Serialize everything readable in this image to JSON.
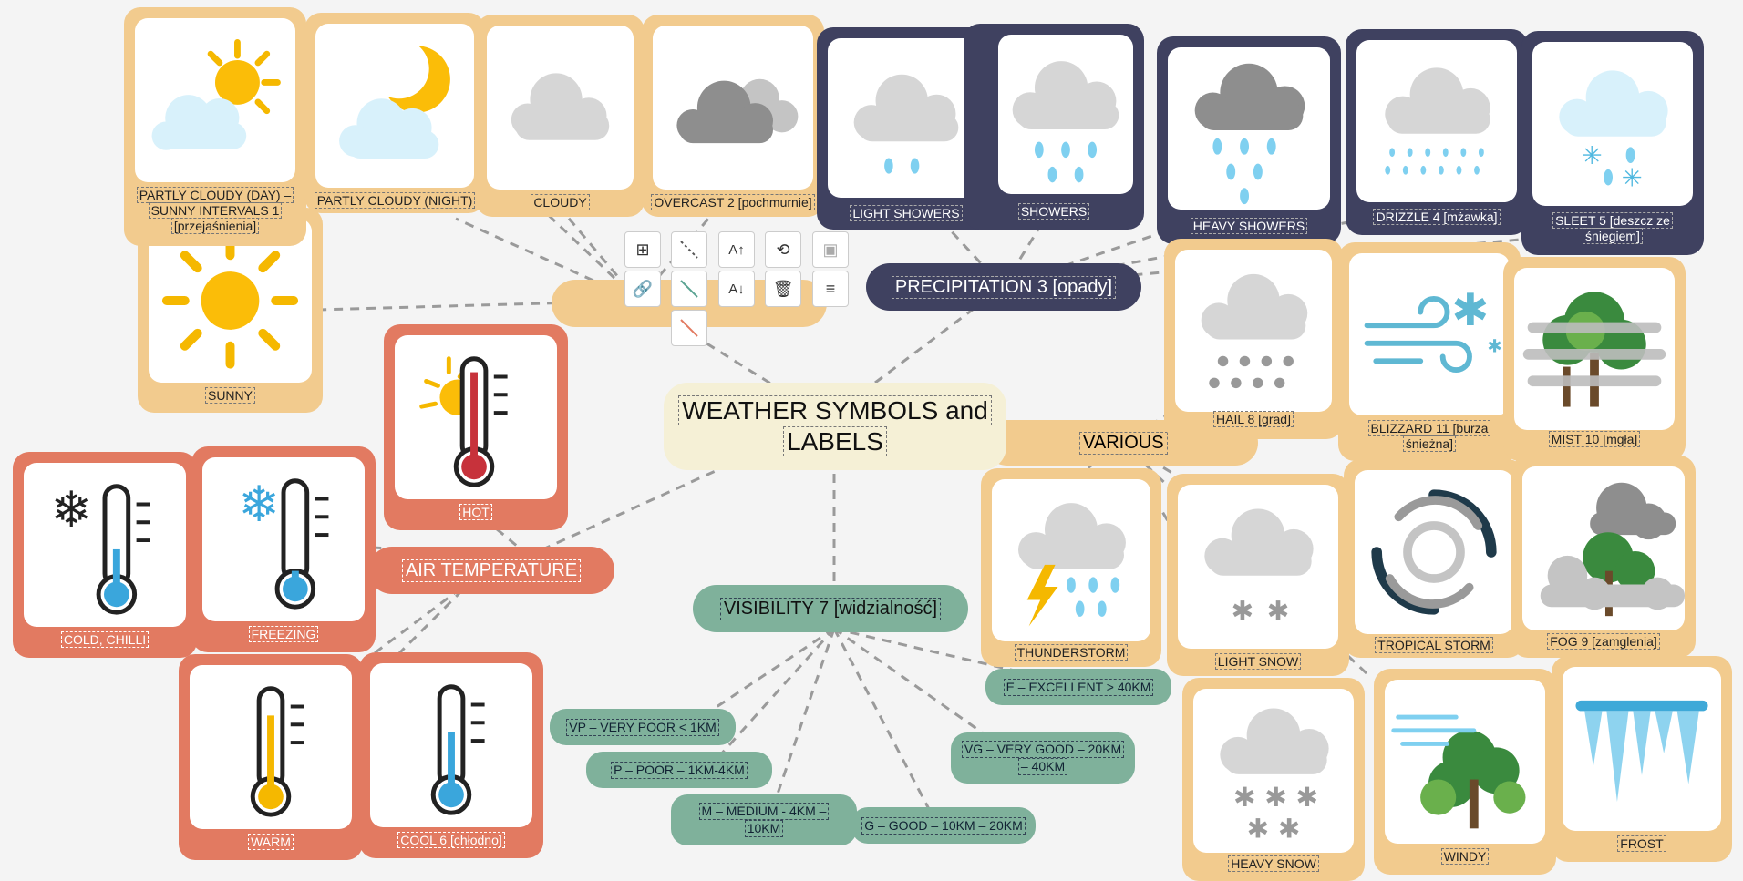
{
  "central_topic": {
    "line1": "WEATHER SYMBOLS and",
    "line2": "LABELS"
  },
  "branches": {
    "precipitation": "PRECIPITATION 3 [opady]",
    "various": "VARIOUS",
    "air_temperature": "AIR TEMPERATURE",
    "visibility": "VISIBILITY 7 [widzialność]"
  },
  "cards": {
    "partly_cloudy_day": {
      "l1": "PARTLY CLOUDY (DAY) –",
      "l2": "SUNNY INTERVALS 1",
      "l3": "[przejaśnienia]"
    },
    "partly_cloudy_night": "PARTLY CLOUDY (NIGHT)",
    "cloudy": "CLOUDY",
    "overcast": "OVERCAST 2 [pochmurnie]",
    "sunny": "SUNNY",
    "light_showers": "LIGHT SHOWERS",
    "showers": "SHOWERS",
    "heavy_showers": "HEAVY SHOWERS",
    "drizzle": "DRIZZLE 4 [mżawka]",
    "sleet": {
      "l1": "SLEET 5 [deszcz ze",
      "l2": "śniegiem]"
    },
    "hail": "HAIL 8 [grad]",
    "blizzard": {
      "l1": "BLIZZARD 11 [burza",
      "l2": "śnieżna]"
    },
    "mist": "MIST 10 [mgła]",
    "thunderstorm": "THUNDERSTORM",
    "light_snow": "LIGHT SNOW",
    "tropical_storm": "TROPICAL STORM",
    "fog": "FOG 9 [zamglenia]",
    "heavy_snow": "HEAVY SNOW",
    "windy": "WINDY",
    "frost": "FROST",
    "hot": "HOT",
    "cold": "COLD, CHILLI",
    "freezing": "FREEZING",
    "warm": "WARM",
    "cool": "COOL 6 [chłodno]"
  },
  "visibility_levels": {
    "excellent": "E – EXCELLENT > 40KM",
    "very_good": {
      "l1": "VG – VERY GOOD – 20KM",
      "l2": "– 40KM"
    },
    "good": "G – GOOD – 10KM – 20KM",
    "medium": {
      "l1": "M – MEDIUM - 4KM –",
      "l2": "10KM"
    },
    "poor": "P – POOR – 1KM-4KM",
    "very_poor": "VP – VERY POOR < 1KM"
  },
  "colors": {
    "tan": "#f2cb8e",
    "navy": "#3f4160",
    "red": "#e27a61",
    "green": "#7fb19b",
    "central": "#f5f0d6"
  },
  "toolbar": {
    "icons": [
      "add-comment-icon",
      "dashed-line-icon",
      "font-increase-icon",
      "swap-icon",
      "add-image-icon",
      "link-icon",
      "green-line-icon",
      "font-decrease-icon",
      "trash-icon",
      "align-icon",
      "red-line-icon"
    ]
  }
}
